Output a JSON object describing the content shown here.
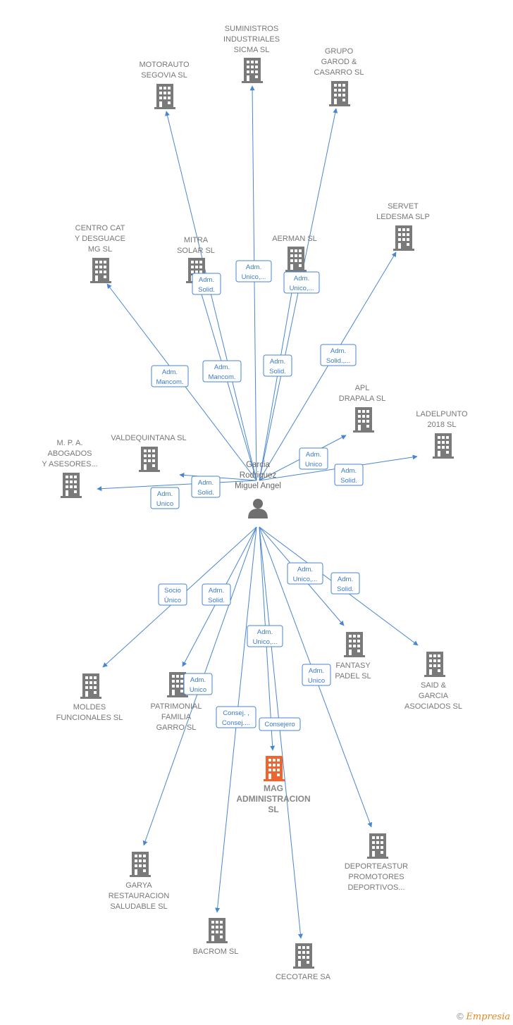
{
  "center": {
    "lines": [
      "Garcia",
      "Rodriguez",
      "Miguel Angel"
    ]
  },
  "colors": {
    "edge": "#4a86d0",
    "building": "#7a7a7a",
    "main_building": "#f0642d"
  },
  "nodes": [
    {
      "id": "suministros",
      "lines": [
        "SUMINISTROS",
        "INDUSTRIALES",
        "SICMA  SL"
      ]
    },
    {
      "id": "motorauto",
      "lines": [
        "MOTORAUTO",
        "SEGOVIA SL"
      ]
    },
    {
      "id": "grupo-garod",
      "lines": [
        "GRUPO",
        "GAROD &",
        "CASARRO  SL"
      ]
    },
    {
      "id": "servet",
      "lines": [
        "SERVET",
        "LEDESMA SLP"
      ]
    },
    {
      "id": "centro-cat",
      "lines": [
        "CENTRO CAT",
        "Y DESGUACE",
        "MG  SL"
      ]
    },
    {
      "id": "mitra",
      "lines": [
        "MITRA",
        "SOLAR  SL"
      ]
    },
    {
      "id": "aerman",
      "lines": [
        "AERMAN SL"
      ]
    },
    {
      "id": "apl",
      "lines": [
        "APL",
        "DRAPALA SL"
      ]
    },
    {
      "id": "ladelpunto",
      "lines": [
        "LADELPUNTO",
        "2018  SL"
      ]
    },
    {
      "id": "valdequintana",
      "lines": [
        "VALDEQUINTANA SL"
      ]
    },
    {
      "id": "mpa",
      "lines": [
        "M.  P. A.",
        "ABOGADOS",
        "Y ASESORES..."
      ]
    },
    {
      "id": "fantasy",
      "lines": [
        "FANTASY",
        "PADEL SL"
      ]
    },
    {
      "id": "said",
      "lines": [
        "SAID &",
        "GARCIA",
        "ASOCIADOS  SL"
      ]
    },
    {
      "id": "moldes",
      "lines": [
        "MOLDES",
        "FUNCIONALES SL"
      ]
    },
    {
      "id": "patrimonial",
      "lines": [
        "PATRIMONIAL",
        "FAMILIA",
        "GARRO SL"
      ]
    },
    {
      "id": "mag",
      "lines": [
        "MAG",
        "ADMINISTRACION",
        "SL"
      ]
    },
    {
      "id": "deporteastur",
      "lines": [
        "DEPORTEASTUR",
        "PROMOTORES",
        "DEPORTIVOS..."
      ]
    },
    {
      "id": "garya",
      "lines": [
        "GARYA",
        "RESTAURACION",
        "SALUDABLE SL"
      ]
    },
    {
      "id": "bacrom",
      "lines": [
        "BACROM  SL"
      ]
    },
    {
      "id": "cecotare",
      "lines": [
        "CECOTARE SA"
      ]
    }
  ],
  "relations": [
    {
      "id": "r-suministros",
      "lines": [
        "Adm.",
        "Unico,..."
      ]
    },
    {
      "id": "r-grupo",
      "lines": [
        "Adm.",
        "Unico,..."
      ]
    },
    {
      "id": "r-mitra",
      "lines": [
        "Adm.",
        "Solid."
      ]
    },
    {
      "id": "r-servet",
      "lines": [
        "Adm.",
        "Solid.,..."
      ]
    },
    {
      "id": "r-centro",
      "lines": [
        "Adm.",
        "Mancom."
      ]
    },
    {
      "id": "r-motorauto",
      "lines": [
        "Adm.",
        "Mancom."
      ]
    },
    {
      "id": "r-aerman",
      "lines": [
        "Adm.",
        "Solid."
      ]
    },
    {
      "id": "r-apl",
      "lines": [
        "Adm.",
        "Unico"
      ]
    },
    {
      "id": "r-ladel",
      "lines": [
        "Adm.",
        "Solid."
      ]
    },
    {
      "id": "r-valde",
      "lines": [
        "Adm.",
        "Solid."
      ]
    },
    {
      "id": "r-mpa",
      "lines": [
        "Adm.",
        "Unico"
      ]
    },
    {
      "id": "r-fantasy",
      "lines": [
        "Adm.",
        "Unico,..."
      ]
    },
    {
      "id": "r-said",
      "lines": [
        "Adm.",
        "Solid."
      ]
    },
    {
      "id": "r-moldes",
      "lines": [
        "Socio",
        "Único"
      ]
    },
    {
      "id": "r-patrimonial",
      "lines": [
        "Adm.",
        "Solid."
      ]
    },
    {
      "id": "r-mag",
      "lines": [
        "Adm.",
        "Unico,..."
      ]
    },
    {
      "id": "r-deporte",
      "lines": [
        "Adm.",
        "Unico"
      ]
    },
    {
      "id": "r-garya",
      "lines": [
        "Adm.",
        "Unico"
      ]
    },
    {
      "id": "r-bacrom",
      "lines": [
        "Consej. ,",
        "Consej...."
      ]
    },
    {
      "id": "r-cecotare",
      "lines": [
        "Consejero"
      ]
    }
  ],
  "footer": {
    "copyright": "©",
    "brand": "Empresia"
  }
}
